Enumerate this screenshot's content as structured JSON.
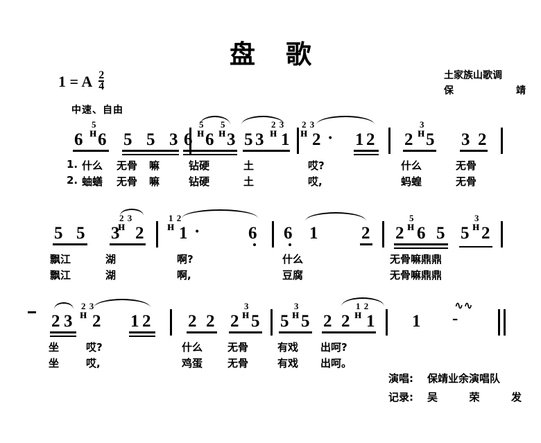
{
  "page": {
    "title": "盘 歌",
    "title_plain": "盘歌"
  },
  "header": {
    "attribution_line1": "土家族山歌调",
    "attribution_line2_left": "保",
    "attribution_line2_right": "靖",
    "key_prefix": "1 = A",
    "time_numerator": "2",
    "time_denominator": "4",
    "tempo": "中速、自由"
  },
  "footer": {
    "performer_label": "演唱:",
    "performer_value": "保靖业余演唱队",
    "transcriber_label": "记录:",
    "transcriber_1": "吴",
    "transcriber_2": "荣",
    "transcriber_3": "发"
  },
  "score": {
    "system1": {
      "notes": [
        {
          "n": "6",
          "grace": ""
        },
        {
          "n": "6",
          "grace": "5"
        },
        {
          "n": "5",
          "grace": ""
        },
        {
          "n": "5",
          "grace": ""
        },
        {
          "n": "3",
          "grace": ""
        },
        {
          "n": "6",
          "grace": "5"
        },
        {
          "n": "6",
          "grace": "5"
        },
        {
          "n": "3",
          "grace": ""
        },
        {
          "n": "5",
          "grace": ""
        },
        {
          "n": "3",
          "grace": ""
        },
        {
          "n": "1",
          "grace": "2 3"
        },
        {
          "n": "2",
          "grace": "2 3",
          "dotted": true
        },
        {
          "n": "1",
          "grace": ""
        },
        {
          "n": "2",
          "grace": ""
        },
        {
          "n": "2",
          "grace": ""
        },
        {
          "n": "5",
          "grace": "3"
        },
        {
          "n": "3",
          "grace": ""
        },
        {
          "n": "2",
          "grace": ""
        }
      ],
      "lyrics_verse1": [
        "1.",
        "什么",
        "无骨",
        "嘛",
        "钻硬",
        "土",
        "哎?",
        "什么",
        "无骨"
      ],
      "lyrics_verse2": [
        "2.",
        "蚰蟮",
        "无骨",
        "嘛",
        "钻硬",
        "土",
        "哎,",
        "蚂蝗",
        "无骨"
      ]
    },
    "system2": {
      "notes": [
        {
          "n": "5",
          "grace": ""
        },
        {
          "n": "5",
          "grace": ""
        },
        {
          "n": "3",
          "grace": ""
        },
        {
          "n": "2",
          "grace": "2 3"
        },
        {
          "n": "1",
          "grace": "1 2",
          "dotted": true
        },
        {
          "n": "6",
          "grace": "",
          "low": true
        },
        {
          "n": "6",
          "grace": "",
          "low": true
        },
        {
          "n": "1",
          "grace": ""
        },
        {
          "n": "2",
          "grace": ""
        },
        {
          "n": "2",
          "grace": "5"
        },
        {
          "n": "6",
          "grace": ""
        },
        {
          "n": "5",
          "grace": ""
        },
        {
          "n": "5",
          "grace": ""
        },
        {
          "n": "2",
          "grace": "3"
        }
      ],
      "lyrics_verse1": [
        "飘江",
        "湖",
        "啊?",
        "什么",
        "无骨嘛鼎鼎"
      ],
      "lyrics_verse2": [
        "飘江",
        "湖",
        "啊,",
        "豆腐",
        "无骨嘛鼎鼎"
      ]
    },
    "system3": {
      "notes": [
        {
          "n": "2",
          "grace": ""
        },
        {
          "n": "3",
          "grace": ""
        },
        {
          "n": "2",
          "grace": "2 3"
        },
        {
          "n": "1",
          "grace": ""
        },
        {
          "n": "2",
          "grace": ""
        },
        {
          "n": "2",
          "grace": ""
        },
        {
          "n": "2",
          "grace": ""
        },
        {
          "n": "2",
          "grace": ""
        },
        {
          "n": "5",
          "grace": "3"
        },
        {
          "n": "5",
          "grace": "3"
        },
        {
          "n": "5",
          "grace": ""
        },
        {
          "n": "2",
          "grace": ""
        },
        {
          "n": "2",
          "grace": ""
        },
        {
          "n": "1",
          "grace": "1 2"
        },
        {
          "n": "1",
          "grace": ""
        },
        {
          "n": "-",
          "grace": ""
        }
      ],
      "lyrics_verse1": [
        "坐",
        "哎?",
        "什么",
        "无骨",
        "有戏",
        "出呵?"
      ],
      "lyrics_verse2": [
        "坐",
        "哎,",
        "鸡蛋",
        "无骨",
        "有戏",
        "出呵。"
      ]
    }
  }
}
